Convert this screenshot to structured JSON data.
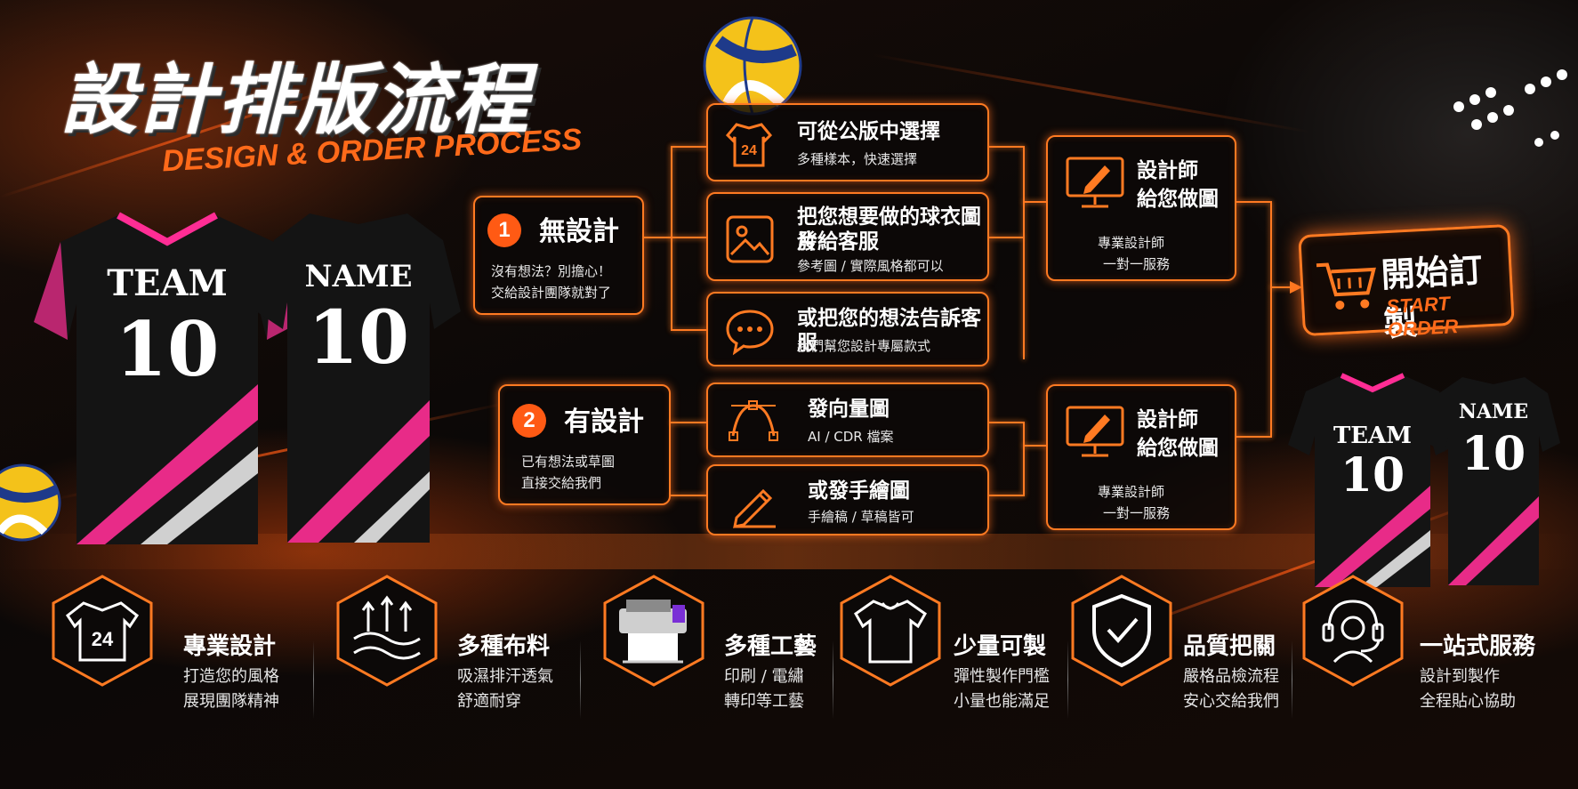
{
  "title": {
    "cn": "設計排版流程",
    "en": "DESIGN & ORDER PROCESS"
  },
  "colors": {
    "accent": "#ff7a22",
    "orange": "#ff5a14",
    "pink": "#ff2d95",
    "jersey": "#111111"
  },
  "branch_no_design": {
    "number": "1",
    "title": "無設計",
    "lines": [
      "沒有想法？別擔心！",
      "交給設計團隊就對了"
    ]
  },
  "branch_has_design": {
    "number": "2",
    "title": "有設計",
    "lines": [
      "已有想法或草圖",
      "直接交給我們"
    ]
  },
  "options_no_design": [
    {
      "icon": "jersey-24-icon",
      "title": "可從公版中選擇",
      "sub": "多種樣本，快速選擇"
    },
    {
      "icon": "image-icon",
      "title": "把您想要做的球衣圖片",
      "title2": "發給客服",
      "sub": "參考圖 / 實際風格都可以"
    },
    {
      "icon": "chat-bubble-icon",
      "title": "或把您的想法告訴客服",
      "sub": "我們幫您設計專屬款式"
    }
  ],
  "options_has_design": [
    {
      "icon": "vector-pen-icon",
      "title": "發向量圖",
      "sub": "AI / CDR 檔案"
    },
    {
      "icon": "pencil-icon",
      "title": "或發手繪圖",
      "sub": "手繪稿 / 草稿皆可"
    }
  ],
  "designer_box": {
    "title1": "設計師",
    "title2": "給您做圖",
    "sub1": "專業設計師",
    "sub2": "一對一服務"
  },
  "start_order": {
    "cn": "開始訂製",
    "en": "START ORDER"
  },
  "jersey_text": {
    "team": "TEAM",
    "name": "NAME",
    "number": "10",
    "chest_number": "24"
  },
  "features": [
    {
      "icon": "jersey-icon",
      "title": "專業設計",
      "lines": [
        "打造您的風格",
        "展現團隊精神"
      ]
    },
    {
      "icon": "fabric-icon",
      "title": "多種布料",
      "lines": [
        "吸濕排汗透氣",
        "舒適耐穿"
      ]
    },
    {
      "icon": "printer-icon",
      "title": "多種工藝",
      "lines": [
        "印刷 / 電繡",
        "轉印等工藝"
      ]
    },
    {
      "icon": "tshirt-icon",
      "title": "少量可製",
      "lines": [
        "彈性製作門檻",
        "小量也能滿足"
      ]
    },
    {
      "icon": "shield-check-icon",
      "title": "品質把關",
      "lines": [
        "嚴格品檢流程",
        "安心交給我們"
      ]
    },
    {
      "icon": "headset-icon",
      "title": "一站式服務",
      "lines": [
        "設計到製作",
        "全程貼心協助"
      ]
    }
  ]
}
